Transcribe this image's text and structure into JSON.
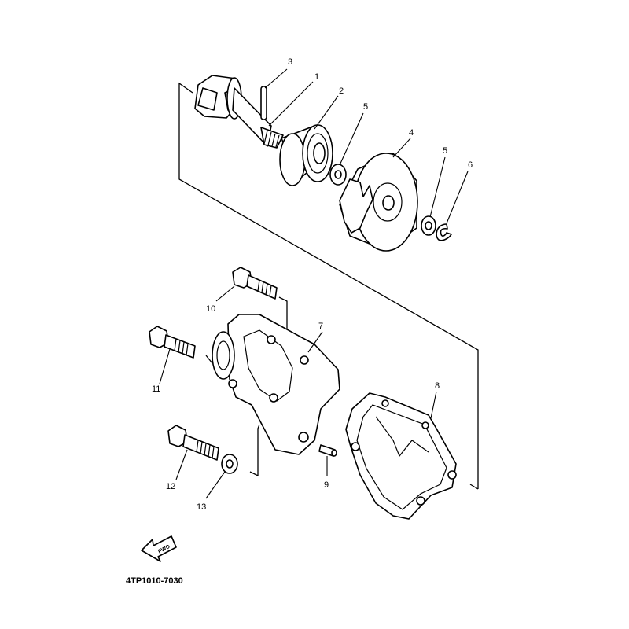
{
  "callouts": {
    "c1": "1",
    "c2": "2",
    "c3": "3",
    "c4": "4",
    "c5a": "5",
    "c5b": "5",
    "c6": "6",
    "c7": "7",
    "c8": "8",
    "c9": "9",
    "c10": "10",
    "c11": "11",
    "c12": "12",
    "c13": "13"
  },
  "fwd_label": "FWD",
  "reference_code": "4TP1010-7030"
}
